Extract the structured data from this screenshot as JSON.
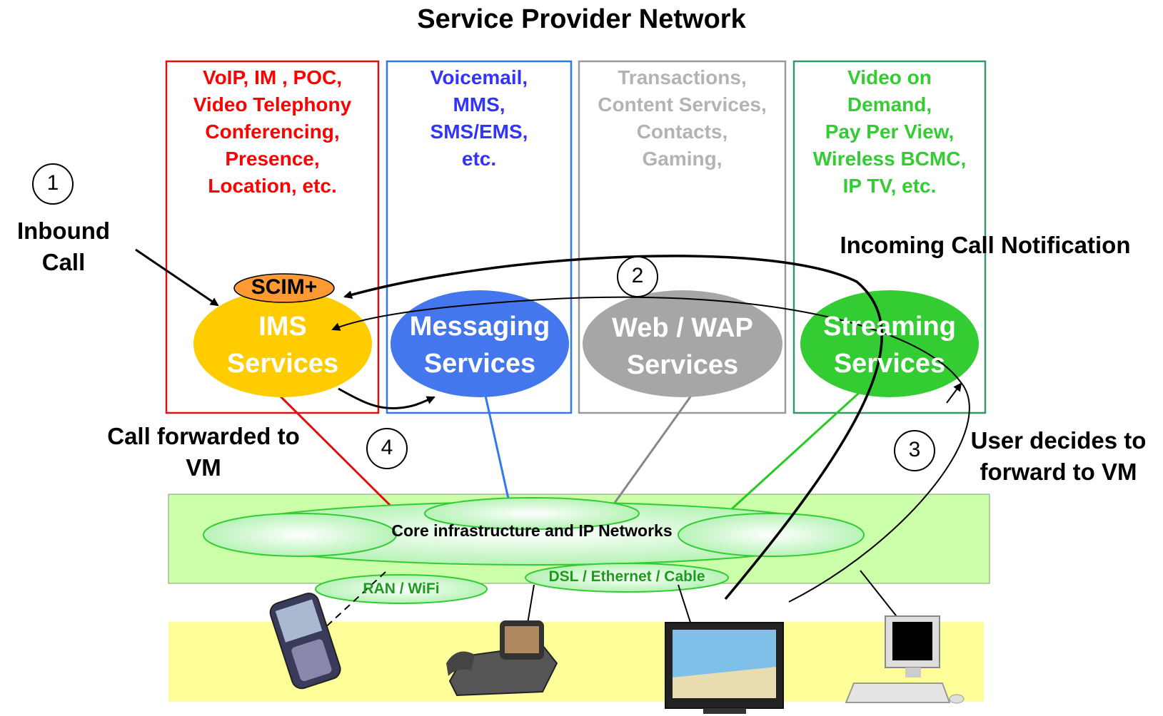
{
  "title": "Service Provider Network",
  "columns": [
    {
      "id": "ims",
      "lines": [
        "VoIP,  IM , POC,",
        "Video Telephony",
        "Conferencing,",
        "Presence,",
        "Location, etc."
      ],
      "color": "#ff0000"
    },
    {
      "id": "messaging",
      "lines": [
        "Voicemail,",
        "MMS,",
        "SMS/EMS,",
        "etc."
      ],
      "color": "#3333ff"
    },
    {
      "id": "web",
      "lines": [
        "Transactions,",
        "Content Services,",
        "Contacts,",
        "Gaming,"
      ],
      "color": "#b3b3b3"
    },
    {
      "id": "streaming",
      "lines": [
        "Video on",
        "Demand,",
        "Pay Per View,",
        "Wireless BCMC,",
        "IP TV, etc."
      ],
      "color": "#33cc33"
    }
  ],
  "services": {
    "ims": {
      "line1": "IMS",
      "line2": "Services",
      "color": "#ffcc00"
    },
    "messaging": {
      "line1": "Messaging",
      "line2": "Services",
      "color": "#4477ee"
    },
    "web": {
      "line1": "Web / WAP",
      "line2": "Services",
      "color": "#a6a6a6"
    },
    "streaming": {
      "line1": "Streaming",
      "line2": "Services",
      "color": "#33cc33"
    }
  },
  "scim_label": "SCIM+",
  "steps": {
    "s1": "1",
    "s2": "2",
    "s3": "3",
    "s4": "4"
  },
  "labels": {
    "inbound_line1": "Inbound",
    "inbound_line2": "Call",
    "notification": "Incoming Call Notification",
    "forwarded_line1": "Call forwarded to",
    "forwarded_line2": "VM",
    "user_line1": "User decides to",
    "user_line2": "forward to VM"
  },
  "network": {
    "core": "Core infrastructure and IP Networks",
    "ran": "RAN / WiFi",
    "dsl": "DSL / Ethernet / Cable"
  },
  "devices": [
    "mobile-phone",
    "video-phone",
    "television",
    "desktop-computer"
  ]
}
